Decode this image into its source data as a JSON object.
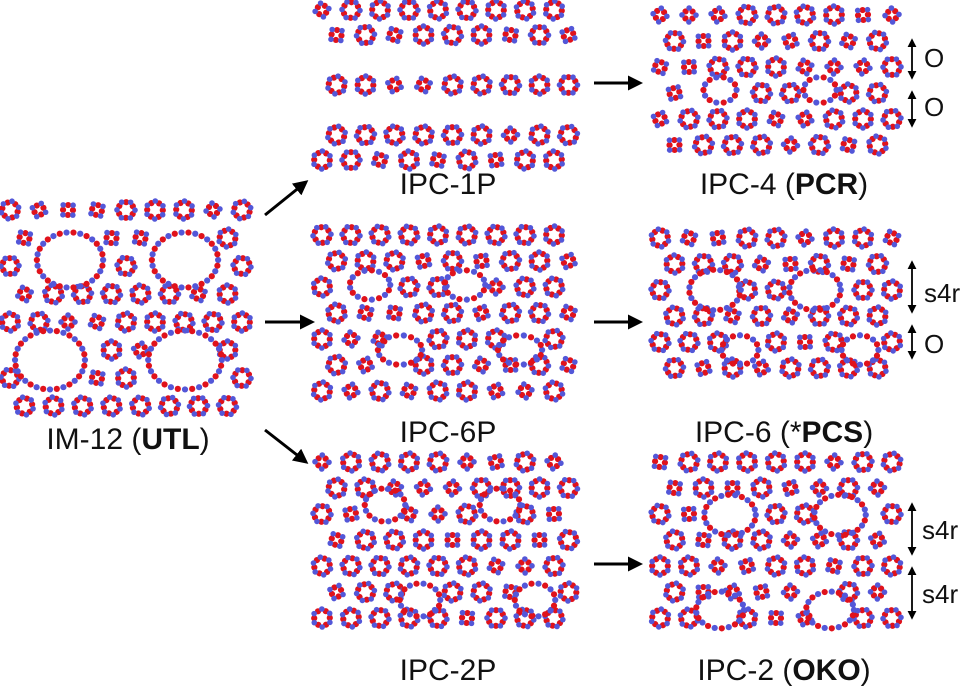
{
  "colors": {
    "oxygen": "#e0121b",
    "silicon": "#5357d8",
    "bond": "#8e8e99",
    "text": "#111111"
  },
  "panels": [
    {
      "id": "utl",
      "prefix": "IM-12 (",
      "bold": "UTL",
      "suffix": ")"
    },
    {
      "id": "ipc1p",
      "prefix": "IPC-1P",
      "bold": "",
      "suffix": ""
    },
    {
      "id": "ipc6p",
      "prefix": "IPC-6P",
      "bold": "",
      "suffix": ""
    },
    {
      "id": "ipc2p",
      "prefix": "IPC-2P",
      "bold": "",
      "suffix": ""
    },
    {
      "id": "ipc4",
      "prefix": "IPC-4 (",
      "bold": "PCR",
      "suffix": ")"
    },
    {
      "id": "ipc6",
      "prefix": "IPC-6 (*",
      "bold": "PCS",
      "suffix": ")"
    },
    {
      "id": "ipc2",
      "prefix": "IPC-2 (",
      "bold": "OKO",
      "suffix": ")"
    }
  ],
  "connector_labels": {
    "ipc4": [
      "O",
      "O"
    ],
    "ipc6": [
      "s4r",
      "O"
    ],
    "ipc2": [
      "s4r",
      "s4r"
    ]
  }
}
